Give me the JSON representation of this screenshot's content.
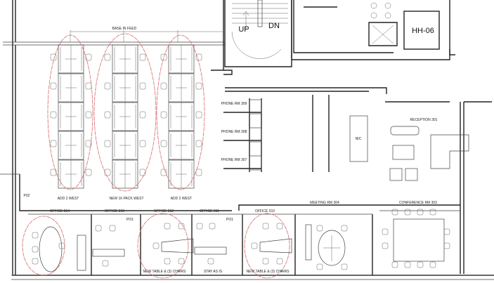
{
  "labels": {
    "base_in_feed": "BASE IN FEED",
    "add_west_1": "ADD 2 WEST",
    "new_pack_west": "NEW 16 PACK WEST",
    "add_west_2": "ADD 2 WEST",
    "p02": "P02",
    "office_314": "OFFICE 314",
    "office_313": "OFFICE 313",
    "po1_a": "PO1",
    "office_312": "OFFICE 312",
    "office_311": "OFFICE 311",
    "po1_b": "PO1",
    "office_310": "OFFICE 310",
    "meeting_304": "MEETING RM 304",
    "conference_303": "CONFERENCE RM 303",
    "phone_309": "PHONE RM 309",
    "phone_308": "PHONE RM 308",
    "phone_307": "PHONE RM 307",
    "reception_301": "RECEPTION 301",
    "nic": "NIC",
    "stair_up": "UP",
    "stair_dn": "DN",
    "elevator_tag": "HH-06",
    "note_312": "NEW TABLE & (3) CHAIRS",
    "note_311": "STAY AS IS",
    "note_310": "NEW TABLE & (3) CHAIRS"
  },
  "colors": {
    "wall": "#222222",
    "revision_cloud": "#d86a6a"
  }
}
